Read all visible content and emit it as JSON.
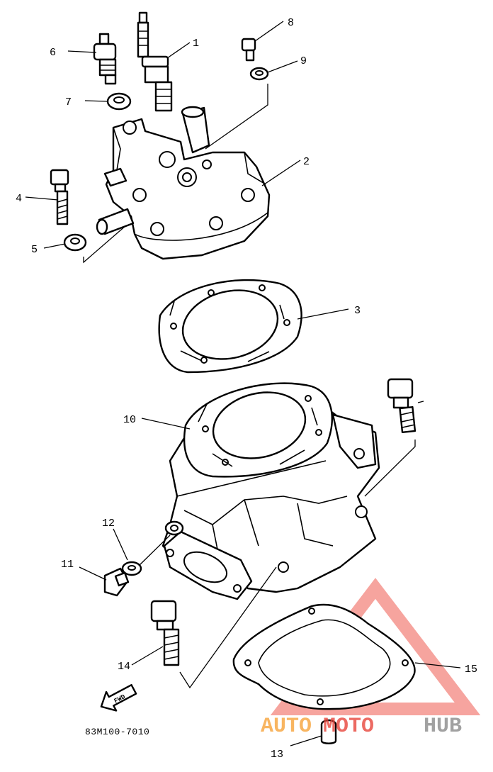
{
  "diagram": {
    "part_number": "83M100-7010",
    "arrow_label": "FWD",
    "callouts": [
      {
        "id": "c1",
        "label": "1"
      },
      {
        "id": "c2",
        "label": "2"
      },
      {
        "id": "c3",
        "label": "3"
      },
      {
        "id": "c4",
        "label": "4"
      },
      {
        "id": "c5",
        "label": "5"
      },
      {
        "id": "c6",
        "label": "6"
      },
      {
        "id": "c7",
        "label": "7"
      },
      {
        "id": "c8",
        "label": "8"
      },
      {
        "id": "c9",
        "label": "9"
      },
      {
        "id": "c10",
        "label": "10"
      },
      {
        "id": "c11",
        "label": "11"
      },
      {
        "id": "c12",
        "label": "12"
      },
      {
        "id": "c13",
        "label": "13"
      },
      {
        "id": "c14",
        "label": "14"
      },
      {
        "id": "c15",
        "label": "15"
      }
    ]
  },
  "watermark": {
    "text_auto": "AUTO",
    "text_moto": "MOTO",
    "text_hub": "HUB",
    "color_orange": "#f7a33a",
    "color_red": "#e8463c",
    "color_gray": "#8a8a8a"
  }
}
